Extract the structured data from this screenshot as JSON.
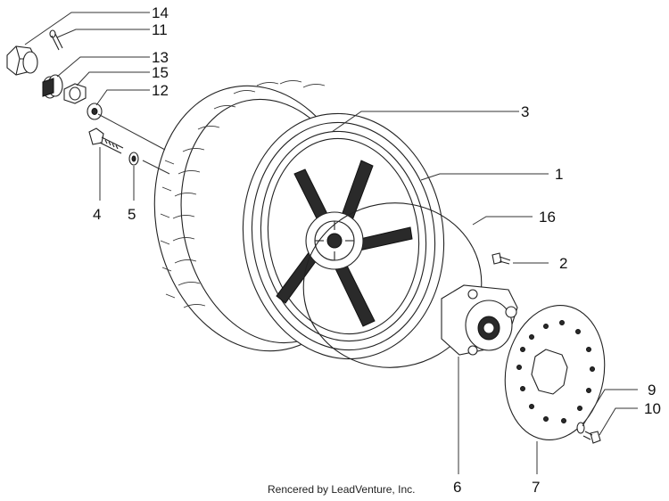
{
  "diagram": {
    "callouts": [
      {
        "id": "14",
        "label": "14"
      },
      {
        "id": "11",
        "label": "11"
      },
      {
        "id": "13",
        "label": "13"
      },
      {
        "id": "15",
        "label": "15"
      },
      {
        "id": "12",
        "label": "12"
      },
      {
        "id": "3",
        "label": "3"
      },
      {
        "id": "1",
        "label": "1"
      },
      {
        "id": "16",
        "label": "16"
      },
      {
        "id": "2",
        "label": "2"
      },
      {
        "id": "4",
        "label": "4"
      },
      {
        "id": "5",
        "label": "5"
      },
      {
        "id": "9",
        "label": "9"
      },
      {
        "id": "10",
        "label": "10"
      },
      {
        "id": "6",
        "label": "6"
      },
      {
        "id": "7",
        "label": "7"
      }
    ],
    "credit": "Rencered by LeadVenture, Inc."
  }
}
